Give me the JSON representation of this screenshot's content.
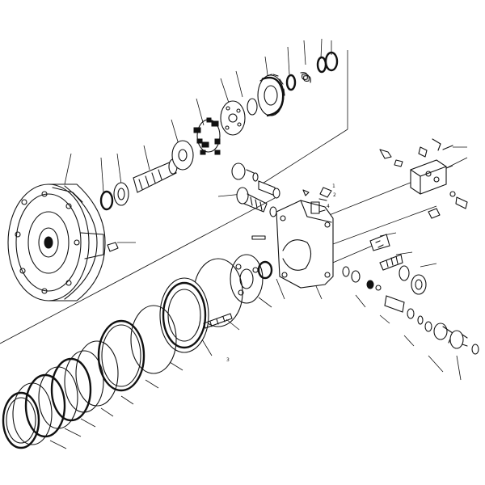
{
  "diagram": {
    "labels": {
      "a": "1",
      "b": "2",
      "c": "3",
      "d": "4"
    },
    "stroke_color": "#111111",
    "background_color": "#ffffff"
  }
}
